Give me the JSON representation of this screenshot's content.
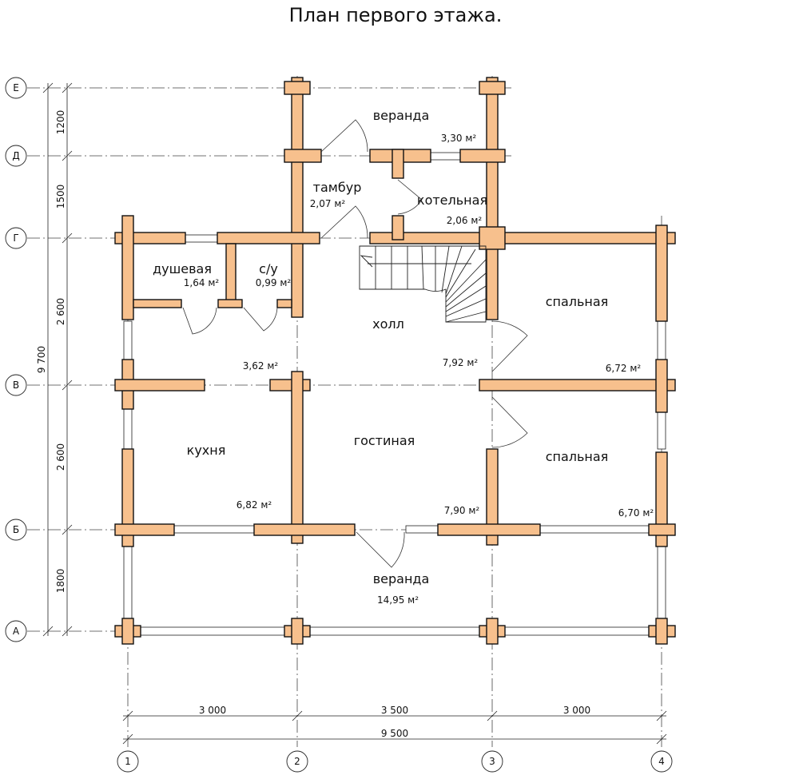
{
  "title": "План первого этажа.",
  "axes": {
    "rows": [
      {
        "key": "E",
        "label": "Е"
      },
      {
        "key": "D",
        "label": "Д"
      },
      {
        "key": "G",
        "label": "Г"
      },
      {
        "key": "V",
        "label": "В"
      },
      {
        "key": "B",
        "label": "Б"
      },
      {
        "key": "A",
        "label": "А"
      }
    ],
    "cols": [
      {
        "key": "c1",
        "label": "1"
      },
      {
        "key": "c2",
        "label": "2"
      },
      {
        "key": "c3",
        "label": "3"
      },
      {
        "key": "c4",
        "label": "4"
      }
    ]
  },
  "dimensions": {
    "left_segments": [
      "1200",
      "1500",
      "2 600",
      "2 600",
      "1800"
    ],
    "left_total": "9 700",
    "bottom_segments": [
      "3 000",
      "3 500",
      "3 000"
    ],
    "bottom_total": "9 500"
  },
  "rooms": {
    "veranda_top": {
      "name": "веранда",
      "area": "3,30 м²"
    },
    "tambur": {
      "name": "тамбур",
      "area": "2,07 м²"
    },
    "boiler": {
      "name": "котельная",
      "area": "2,06 м²"
    },
    "shower": {
      "name": "душевая",
      "area": "1,64 м²"
    },
    "wc": {
      "name": "с/у",
      "area": "0,99 м²"
    },
    "hall": {
      "name": "холл",
      "area": "7,92 м²"
    },
    "corridor": {
      "area": "3,62 м²"
    },
    "bedroom1": {
      "name": "спальная",
      "area": "6,72 м²"
    },
    "kitchen": {
      "name": "кухня",
      "area": "6,82 м²"
    },
    "living": {
      "name": "гостиная",
      "area": "7,90 м²"
    },
    "bedroom2": {
      "name": "спальная",
      "area": "6,70 м²"
    },
    "veranda_main": {
      "name": "веранда",
      "area": "14,95 м²"
    }
  },
  "colors": {
    "wall_fill": "#f7c08d",
    "line": "#111111"
  }
}
